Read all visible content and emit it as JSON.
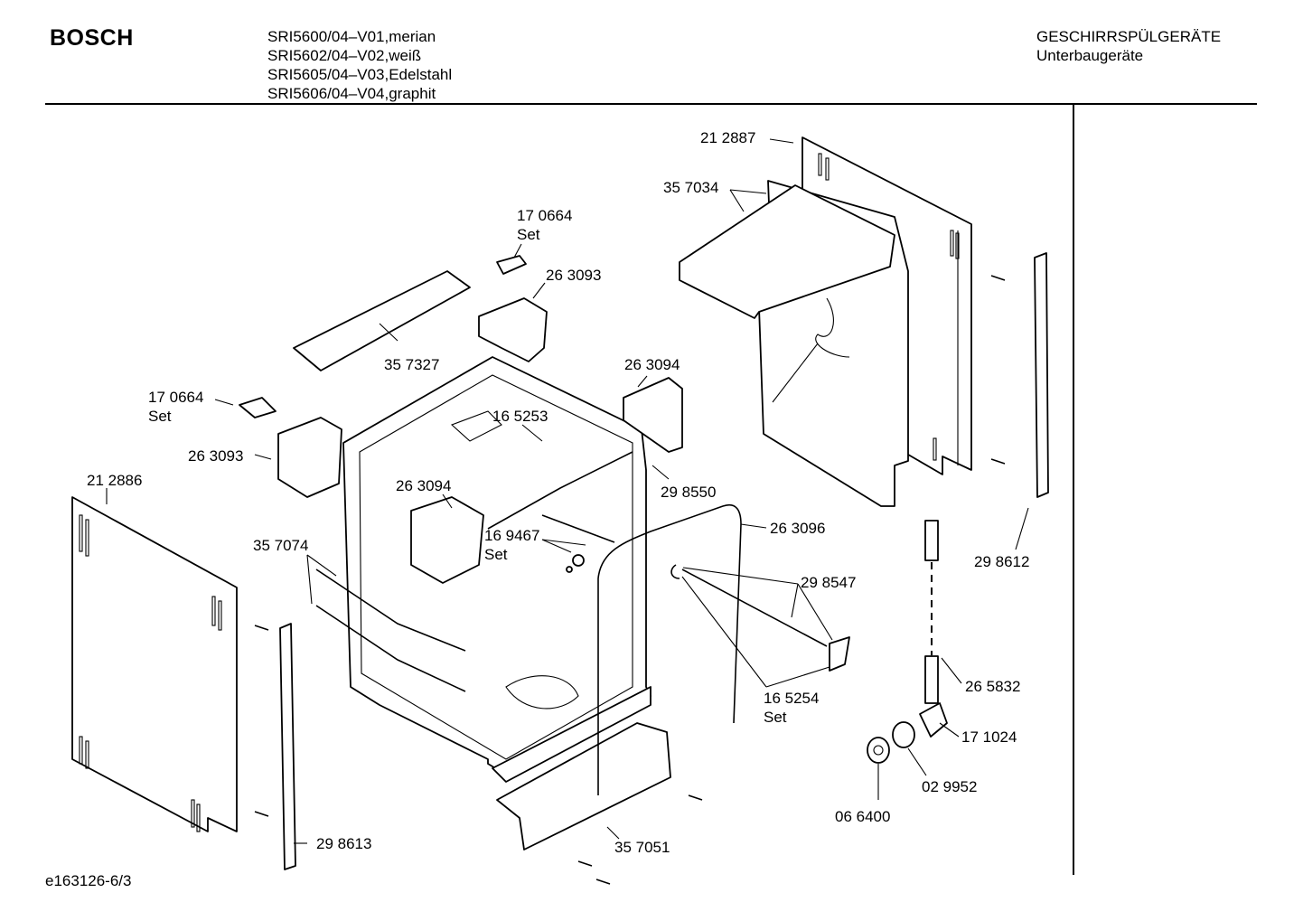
{
  "header": {
    "brand": "BOSCH",
    "models": [
      "SRI5600/04–V01,merian",
      "SRI5602/04–V02,weiß",
      "SRI5605/04–V03,Edelstahl",
      "SRI5606/04–V04,graphit"
    ],
    "category": "GESCHIRRSPÜLGERÄTE",
    "subcategory": "Unterbaugeräte"
  },
  "footer": {
    "code": "e163126-6/3"
  },
  "parts": [
    {
      "number": "21 2887"
    },
    {
      "number": "35 7034"
    },
    {
      "number": "17 0664",
      "note": "Set"
    },
    {
      "number": "26 3093"
    },
    {
      "number": "35 7327"
    },
    {
      "number": "26 3094"
    },
    {
      "number": "17 0664",
      "note": "Set"
    },
    {
      "number": "16 5253"
    },
    {
      "number": "26 3093"
    },
    {
      "number": "21 2886"
    },
    {
      "number": "26 3094"
    },
    {
      "number": "29 8550"
    },
    {
      "number": "26 3096"
    },
    {
      "number": "16 9467",
      "note": "Set"
    },
    {
      "number": "35 7074"
    },
    {
      "number": "29 8547"
    },
    {
      "number": "29 8612"
    },
    {
      "number": "26 5832"
    },
    {
      "number": "16 5254",
      "note": "Set"
    },
    {
      "number": "17 1024"
    },
    {
      "number": "02 9952"
    },
    {
      "number": "06 6400"
    },
    {
      "number": "29 8613"
    },
    {
      "number": "35 7051"
    }
  ]
}
